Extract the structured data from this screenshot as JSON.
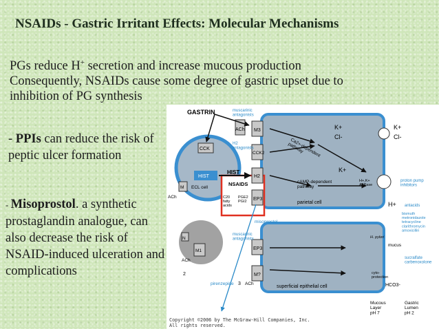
{
  "slide": {
    "title": "NSAIDs - Gastric Irritant Effects: Molecular Mechanisms",
    "intro_line1_a": "PGs reduce H",
    "intro_line1_sup": "+",
    "intro_line1_b": " secretion and increase mucous production",
    "intro_line2": "Consequently, NSAIDs cause some degree of gastric upset due to",
    "intro_line3": "inhibition of PG synthesis",
    "ppi_dash": "- ",
    "ppi_bold": "PPIs",
    "ppi_rest": " can reduce the risk of peptic ulcer formation",
    "miso_dash": "- ",
    "miso_bold": "Misoprostol",
    "miso_rest": ". a synthetic prostaglandin analogue, can also decrease the risk of NSAID-induced ulceration and complications"
  },
  "figure": {
    "gastrin": "GASTRIN",
    "muscarinic_antagonists_top": "muscarinic\nantagonists",
    "ach": "ACh",
    "m3": "M3",
    "cck": "CCK",
    "h2_antagonists": "H2\nantagonists",
    "cck2": "CCK2",
    "hist_box": "HIST",
    "hist_arrow": "HIST",
    "h2": "H2",
    "m": "M",
    "ecl_cell": "ECL cell",
    "ach_left": "ACh",
    "nsaids": "NSAIDS",
    "c20_fatty_acids": "C20\nfatty\nacids",
    "pge_pgi": "PGE2\nPGI2",
    "ep3": "EP3",
    "misoprostol": "misoprostol",
    "ca_pathway": "Ca2+-dependent\npathway",
    "camp_pathway": "cAMP-dependent\npathway",
    "parietal_cell": "parietal cell",
    "k_plus": "K+",
    "cl_minus": "Cl-",
    "k_plus_out": "K+",
    "cl_minus_out": "Cl-",
    "k_plus_2": "K+",
    "hk_atpase": "H+,K+\nATPase",
    "proton_pump_inhibitors": "proton pump\ninhibitors",
    "h_plus": "H+",
    "antacids": "antacids",
    "bismuth": "bismuth\nmetronidazole\ntetracycline\nclarithromycin\namoxicillin",
    "h_pylori": "H. pylori",
    "mucus": "mucus",
    "sucralfate": "sucralfate\ncarbenoxolone",
    "cyto_protection": "cyto-\nprotection",
    "hco3": "HCO3-",
    "n_label": "N",
    "m1": "M1",
    "muscarinic_antagonists_bottom": "muscarinic\nantagonists",
    "ach_bottom": "ACh",
    "num2": "2",
    "pirenzepine": "pirenzepine",
    "num3": "3",
    "ach_bottom2": "ACh",
    "ep3_bottom": "EP3",
    "m_bottom": "M?",
    "superficial_cell": "superficial epithelial cell",
    "mucous_layer": "Mucous\nLayer\npH 7",
    "gastric_lumen": "Gastric\nLumen\npH 2",
    "copyright": "Copyright ©2006 by The McGraw-Hill Companies, Inc.\nAll rights reserved."
  }
}
